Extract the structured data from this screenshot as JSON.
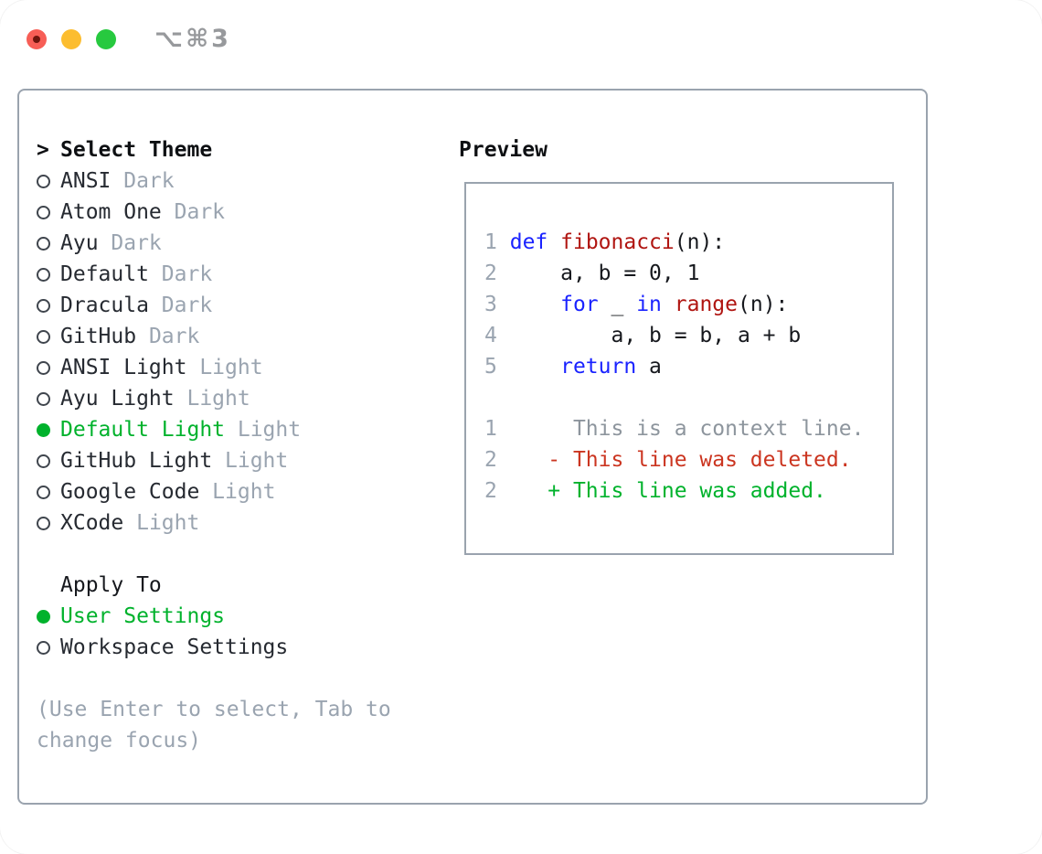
{
  "window": {
    "title": "⌥⌘3"
  },
  "colors": {
    "accent_green": "#00b22c",
    "keyword_blue": "#1a23ff",
    "function_red": "#b01511",
    "deleted_red": "#cb3520",
    "muted_gray": "#9aa4b0",
    "context_gray": "#8d959d",
    "border_gray": "#9aa3ae",
    "text_dark": "#16181d",
    "traffic_red": "#f75e56",
    "traffic_yellow": "#fcbd2f",
    "traffic_green": "#27c93f"
  },
  "select_theme": {
    "cursor": ">",
    "header": "Select Theme",
    "items": [
      {
        "name": "ANSI",
        "variant": "Dark",
        "selected": false
      },
      {
        "name": "Atom One",
        "variant": "Dark",
        "selected": false
      },
      {
        "name": "Ayu",
        "variant": "Dark",
        "selected": false
      },
      {
        "name": "Default",
        "variant": "Dark",
        "selected": false
      },
      {
        "name": "Dracula",
        "variant": "Dark",
        "selected": false
      },
      {
        "name": "GitHub",
        "variant": "Dark",
        "selected": false
      },
      {
        "name": "ANSI Light",
        "variant": "Light",
        "selected": false
      },
      {
        "name": "Ayu Light",
        "variant": "Light",
        "selected": false
      },
      {
        "name": "Default Light",
        "variant": "Light",
        "selected": true
      },
      {
        "name": "GitHub Light",
        "variant": "Light",
        "selected": false
      },
      {
        "name": "Google Code",
        "variant": "Light",
        "selected": false
      },
      {
        "name": "XCode",
        "variant": "Light",
        "selected": false
      }
    ]
  },
  "apply_to": {
    "header": "Apply To",
    "options": [
      {
        "name": "User Settings",
        "selected": true
      },
      {
        "name": "Workspace Settings",
        "selected": false
      }
    ]
  },
  "help_text": "(Use Enter to select, Tab to change focus)",
  "preview": {
    "header": "Preview",
    "lines": [
      [
        {
          "c": "num",
          "t": "1"
        },
        {
          "c": "plain",
          "t": " "
        },
        {
          "c": "kw",
          "t": "def"
        },
        {
          "c": "plain",
          "t": " "
        },
        {
          "c": "fn",
          "t": "fibonacci"
        },
        {
          "c": "plain",
          "t": "(n):"
        }
      ],
      [
        {
          "c": "num",
          "t": "2"
        },
        {
          "c": "plain",
          "t": "     a, b = 0, 1"
        }
      ],
      [
        {
          "c": "num",
          "t": "3"
        },
        {
          "c": "plain",
          "t": "     "
        },
        {
          "c": "kw",
          "t": "for"
        },
        {
          "c": "plain",
          "t": " _ "
        },
        {
          "c": "kw",
          "t": "in"
        },
        {
          "c": "plain",
          "t": " "
        },
        {
          "c": "fn",
          "t": "range"
        },
        {
          "c": "plain",
          "t": "(n):"
        }
      ],
      [
        {
          "c": "num",
          "t": "4"
        },
        {
          "c": "plain",
          "t": "         a, b = b, a + b"
        }
      ],
      [
        {
          "c": "num",
          "t": "5"
        },
        {
          "c": "plain",
          "t": "     "
        },
        {
          "c": "kw",
          "t": "return"
        },
        {
          "c": "plain",
          "t": " a"
        }
      ],
      [],
      [
        {
          "c": "num",
          "t": "1"
        },
        {
          "c": "ctx",
          "t": "      This is a context line."
        }
      ],
      [
        {
          "c": "num",
          "t": "2"
        },
        {
          "c": "del",
          "t": "    - This line was deleted."
        }
      ],
      [
        {
          "c": "num",
          "t": "2"
        },
        {
          "c": "add",
          "t": "    + This line was added."
        }
      ]
    ]
  }
}
